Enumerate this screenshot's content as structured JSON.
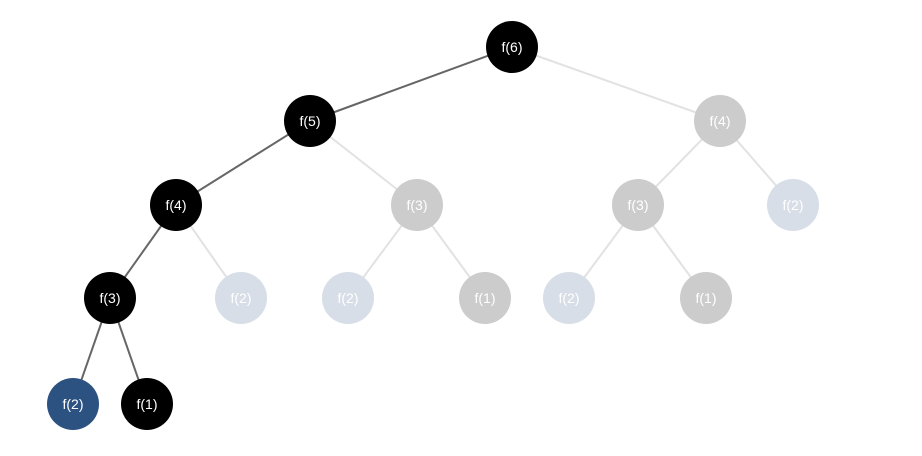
{
  "tree": {
    "nodes": [
      {
        "id": "n0",
        "label": "f(6)",
        "state": "active"
      },
      {
        "id": "n1",
        "label": "f(5)",
        "state": "active"
      },
      {
        "id": "n2",
        "label": "f(4)",
        "state": "pending"
      },
      {
        "id": "n3",
        "label": "f(4)",
        "state": "active"
      },
      {
        "id": "n4",
        "label": "f(3)",
        "state": "pending"
      },
      {
        "id": "n5",
        "label": "f(3)",
        "state": "pending"
      },
      {
        "id": "n6",
        "label": "f(2)",
        "state": "base-pending"
      },
      {
        "id": "n7",
        "label": "f(3)",
        "state": "active"
      },
      {
        "id": "n8",
        "label": "f(2)",
        "state": "base-pending"
      },
      {
        "id": "n9",
        "label": "f(2)",
        "state": "base-pending"
      },
      {
        "id": "n10",
        "label": "f(1)",
        "state": "pending"
      },
      {
        "id": "n11",
        "label": "f(2)",
        "state": "base-pending"
      },
      {
        "id": "n12",
        "label": "f(1)",
        "state": "pending"
      },
      {
        "id": "n13",
        "label": "f(2)",
        "state": "current"
      },
      {
        "id": "n14",
        "label": "f(1)",
        "state": "active"
      }
    ],
    "edges": [
      {
        "from": "n0",
        "to": "n1",
        "state": "active"
      },
      {
        "from": "n0",
        "to": "n2",
        "state": "pending"
      },
      {
        "from": "n1",
        "to": "n3",
        "state": "active"
      },
      {
        "from": "n1",
        "to": "n4",
        "state": "pending"
      },
      {
        "from": "n2",
        "to": "n5",
        "state": "pending"
      },
      {
        "from": "n2",
        "to": "n6",
        "state": "pending"
      },
      {
        "from": "n3",
        "to": "n7",
        "state": "active"
      },
      {
        "from": "n3",
        "to": "n8",
        "state": "pending"
      },
      {
        "from": "n4",
        "to": "n9",
        "state": "pending"
      },
      {
        "from": "n4",
        "to": "n10",
        "state": "pending"
      },
      {
        "from": "n5",
        "to": "n11",
        "state": "pending"
      },
      {
        "from": "n5",
        "to": "n12",
        "state": "pending"
      },
      {
        "from": "n7",
        "to": "n13",
        "state": "active"
      },
      {
        "from": "n7",
        "to": "n14",
        "state": "active"
      }
    ]
  },
  "colors": {
    "active": "#000000",
    "current": "#2c5282",
    "pending": "#cccccc",
    "base-pending": "#d7dee7",
    "edge_active": "#666666",
    "edge_pending": "#e2e2e2",
    "label": "#ffffff"
  }
}
